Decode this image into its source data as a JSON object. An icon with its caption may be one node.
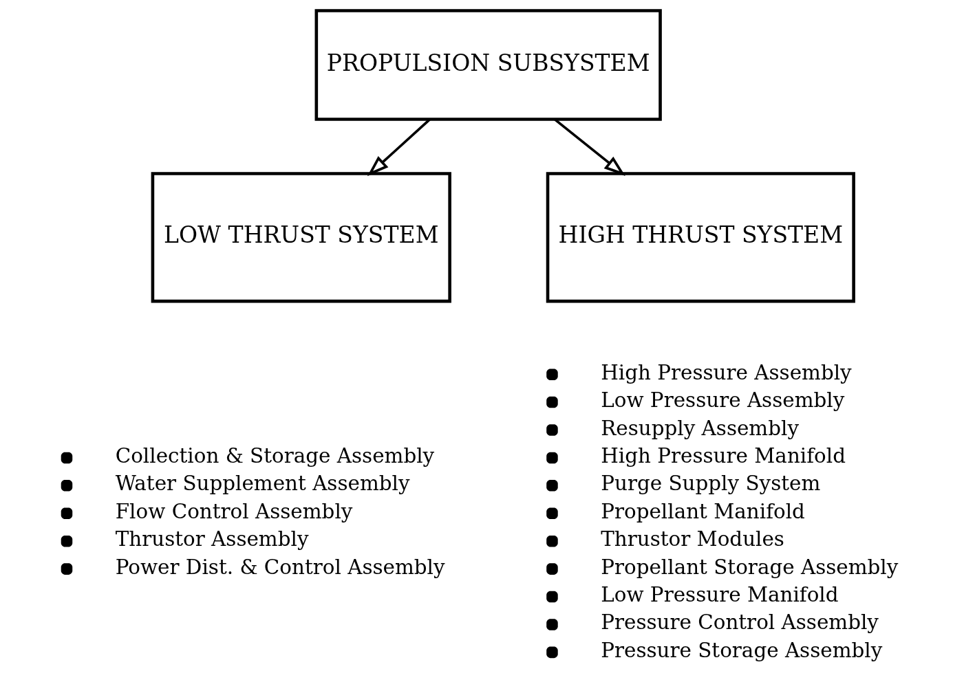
{
  "diagram": {
    "nodes": [
      {
        "text": [
          "PROPULSION SUBSYSTEM"
        ]
      },
      {
        "text": [
          "LOW THRUST SYSTEM"
        ],
        "beside": [
          "Collection & Storage Assembly",
          "Water Supplement Assembly",
          "Flow Control Assembly",
          "Thrustor Assembly",
          "Power Dist. & Control Assembly"
        ]
      },
      {
        "text": [
          "HIGH THRUST SYSTEM"
        ],
        "beside": [
          "High Pressure Assembly",
          "Low Pressure Assembly",
          "Resupply Assembly",
          "High Pressure Manifold",
          "Purge Supply System",
          "Propellant Manifold",
          "Thrustor Modules",
          "Propellant Storage Assembly",
          "Low Pressure Manifold",
          "Pressure Control Assembly",
          "Pressure Storage Assembly"
        ]
      }
    ],
    "edges": [
      {
        "from": 0,
        "to": 1,
        "arrow": "to"
      },
      {
        "from": 0,
        "to": 2,
        "arrow": "to"
      }
    ]
  }
}
